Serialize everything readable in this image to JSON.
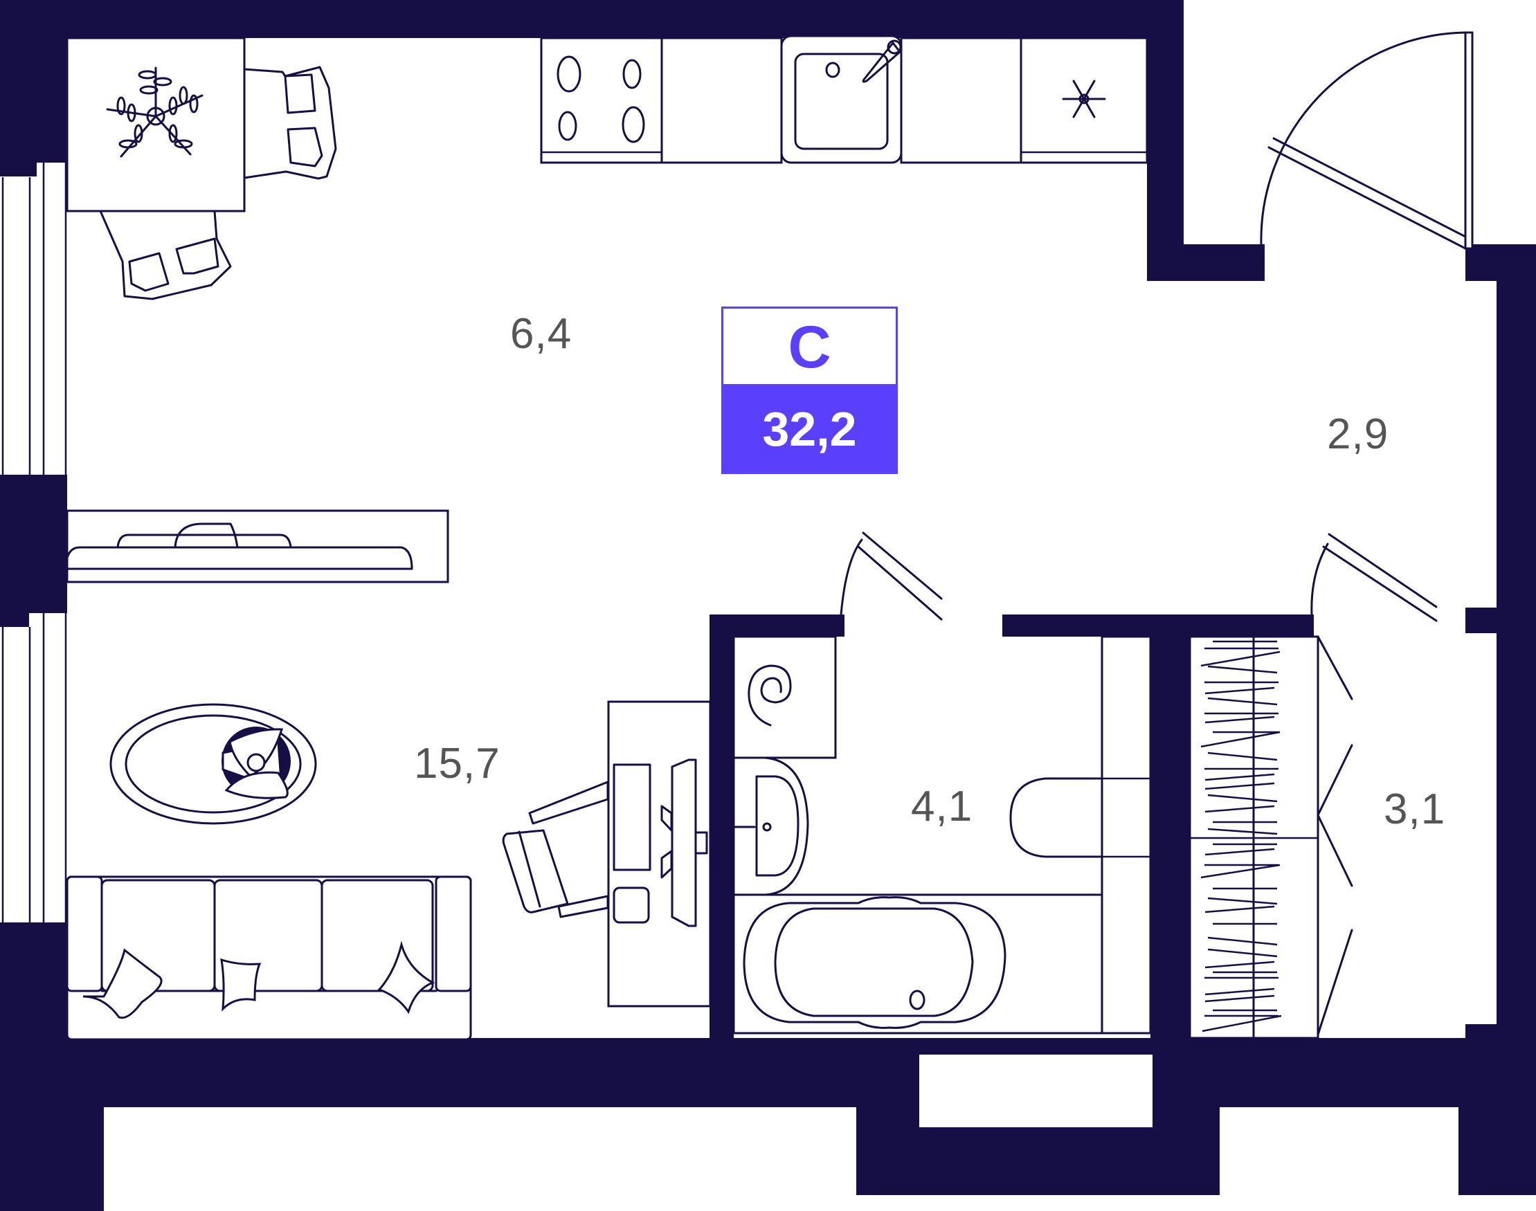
{
  "plan": {
    "type_label": "С",
    "total_area": "32,2",
    "colors": {
      "wall": "#160f45",
      "accent": "#5a3ffc",
      "label_text": "#555555",
      "background": "#ffffff"
    },
    "rooms": [
      {
        "id": "kitchen",
        "area": "6,4"
      },
      {
        "id": "hallway",
        "area": "2,9"
      },
      {
        "id": "living-room",
        "area": "15,7"
      },
      {
        "id": "bathroom",
        "area": "4,1"
      },
      {
        "id": "wardrobe",
        "area": "3,1"
      }
    ],
    "furniture": [
      "dining-table",
      "dining-chair",
      "stove",
      "kitchen-counter",
      "sink",
      "fridge",
      "tv-stand",
      "tv",
      "rug",
      "plant",
      "sofa",
      "cushion",
      "desk",
      "office-chair",
      "monitor",
      "washing-machine",
      "washbasin",
      "toilet",
      "bathtub",
      "wardrobe-rail",
      "entrance-door",
      "bathroom-door",
      "wardrobe-door",
      "window"
    ]
  }
}
